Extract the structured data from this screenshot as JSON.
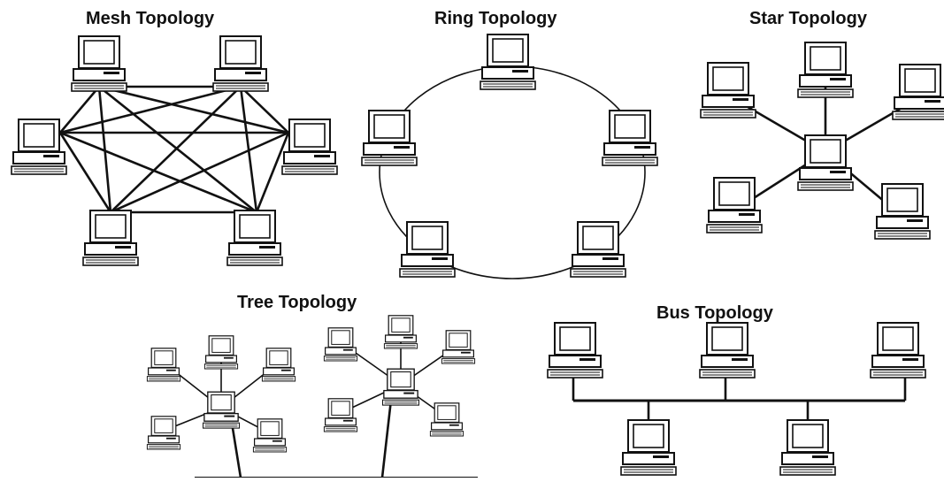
{
  "titles": {
    "mesh": "Mesh Topology",
    "ring": "Ring Topology",
    "star": "Star Topology",
    "tree": "Tree Topology",
    "bus": "Bus Topology"
  },
  "colors": {
    "line": "#111111",
    "computer_fill": "#ffffff",
    "screen_fill": "#ffffff"
  },
  "icons": {
    "computer": "desktop-computer-icon"
  }
}
